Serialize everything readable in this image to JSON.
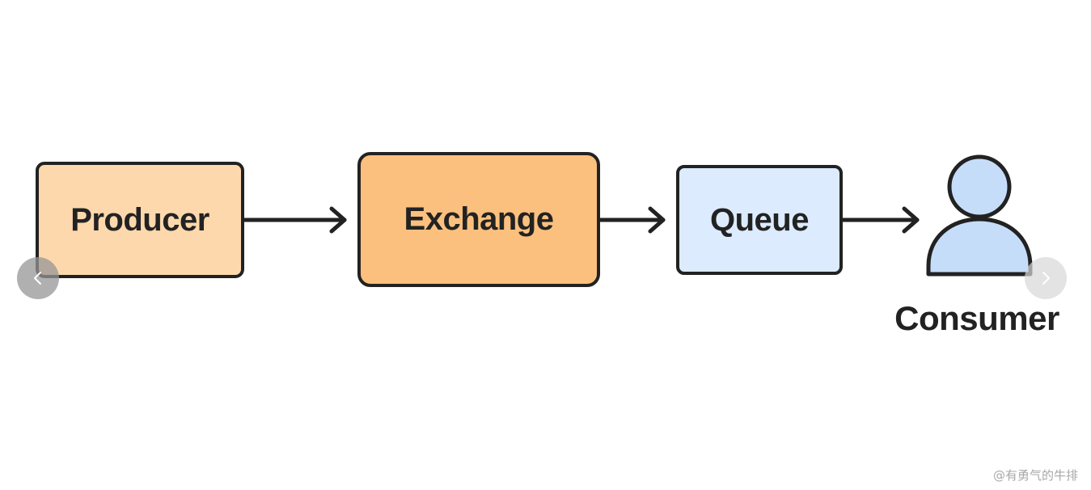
{
  "nodes": {
    "producer": {
      "label": "Producer",
      "fill": "#fdd8ac"
    },
    "exchange": {
      "label": "Exchange",
      "fill": "#fbc07e"
    },
    "queue": {
      "label": "Queue",
      "fill": "#dcebfd"
    },
    "consumer": {
      "label": "Consumer",
      "fill": "#c6ddfa"
    }
  },
  "edges": [
    {
      "from": "producer",
      "to": "exchange"
    },
    {
      "from": "exchange",
      "to": "queue"
    },
    {
      "from": "queue",
      "to": "consumer"
    }
  ],
  "colors": {
    "stroke": "#222222",
    "background": "#ffffff"
  },
  "carousel": {
    "prev_icon": "chevron-left-icon",
    "next_icon": "chevron-right-icon"
  },
  "watermark": "@有勇气的牛排"
}
